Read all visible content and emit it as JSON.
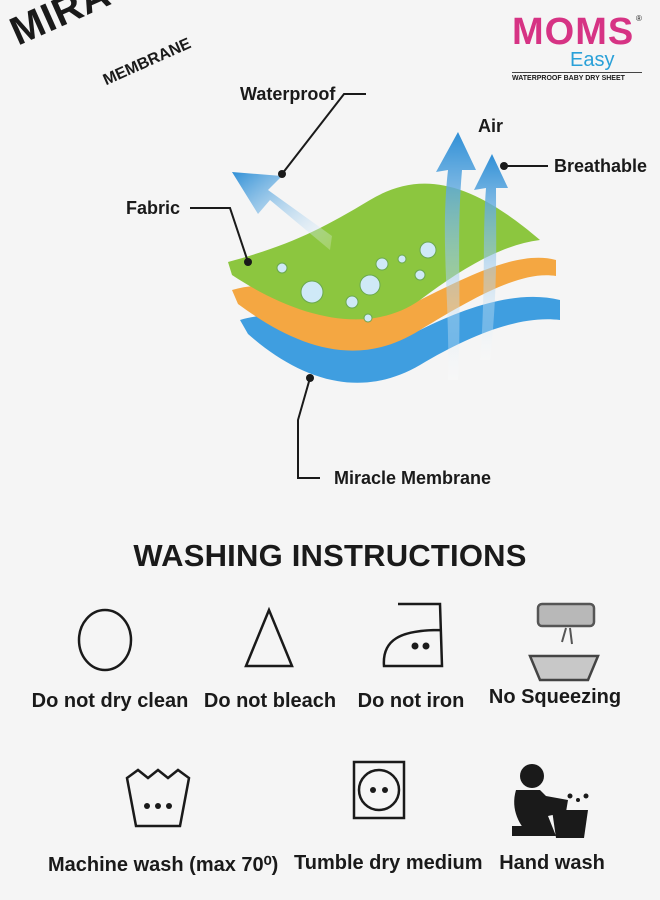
{
  "heading": {
    "main": "MIRACLE",
    "sub": "MEMBRANE"
  },
  "brand": {
    "line1": "MOMS",
    "line2": "Easy",
    "tagline": "WATERPROOF BABY DRY SHEET",
    "registered": "®"
  },
  "diagram": {
    "labels": {
      "waterproof": "Waterproof",
      "air": "Air",
      "breathable": "Breathable",
      "fabric": "Fabric",
      "membrane": "Miracle Membrane"
    },
    "colors": {
      "top_layer": "#8cc63f",
      "middle_layer": "#f4a742",
      "bottom_layer": "#3f9ee0",
      "arrow": "#2f8fd6"
    }
  },
  "washing": {
    "title": "WASHING INSTRUCTIONS",
    "items": [
      {
        "icon": "circle-icon",
        "label": "Do not dry clean"
      },
      {
        "icon": "triangle-icon",
        "label": "Do not bleach"
      },
      {
        "icon": "iron-icon",
        "label": "Do not iron"
      },
      {
        "icon": "squeeze-icon",
        "label": "No Squeezing"
      },
      {
        "icon": "wash-tub-icon",
        "label": "Machine wash (max 70⁰)"
      },
      {
        "icon": "tumble-dry-icon",
        "label": "Tumble dry medium"
      },
      {
        "icon": "hand-wash-icon",
        "label": "Hand wash"
      }
    ]
  }
}
